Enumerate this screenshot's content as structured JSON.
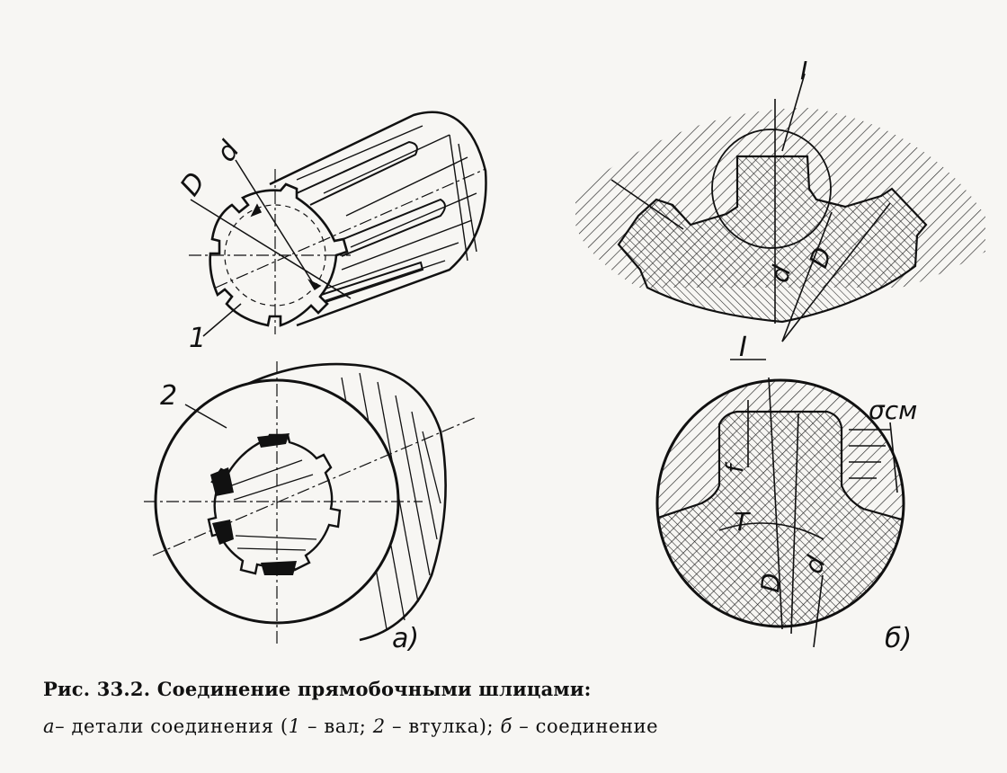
{
  "labels": {
    "shaft_number": "1",
    "bushing_number": "2",
    "dim_D": "D",
    "dim_d": "d",
    "detail_mark": "I",
    "detail_mark_view": "I",
    "dim_f": "f",
    "torque": "T",
    "stress": "σсм",
    "part_a": "а)",
    "part_b": "б)"
  },
  "caption": {
    "title": "Рис. 33.2. Соединение прямобочными шлицами:",
    "a_letter": "а",
    "a_text": "– детали соединения (",
    "n1": "1",
    "shaft": " – вал; ",
    "n2": "2",
    "bushing": " – втулка); ",
    "b_letter": "б",
    "b_text": " – соединение"
  },
  "colors": {
    "ink": "#111111",
    "paper": "#f7f6f3"
  }
}
